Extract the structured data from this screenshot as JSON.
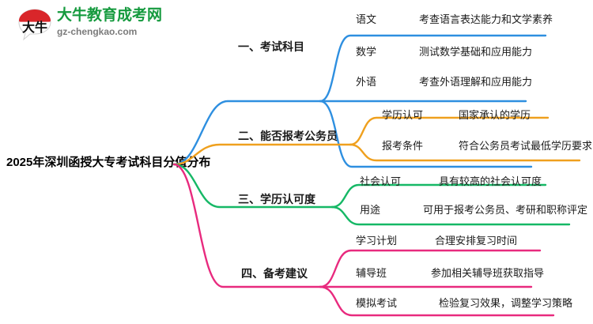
{
  "logo": {
    "mark_text": "大牛",
    "title": "大牛教育成考网",
    "subtitle": "gz-chengkao.com",
    "brand_green": "#159a3e",
    "brand_red": "#d9262a"
  },
  "root": {
    "title": "2025年深圳函授大专考试科目分值分布"
  },
  "branches": [
    {
      "label": "一、考试科目",
      "color": "#2e8fe0",
      "items": [
        {
          "key": "语文",
          "value": "考查语言表达能力和文学素养"
        },
        {
          "key": "数学",
          "value": "测试数学基础和应用能力"
        },
        {
          "key": "外语",
          "value": "考查外语理解和应用能力"
        }
      ]
    },
    {
      "label": "二、能否报考公务员",
      "color": "#efa01e",
      "items": [
        {
          "key": "学历认可",
          "value": "国家承认的学历"
        },
        {
          "key": "报考条件",
          "value": "符合公务员考试最低学历要求"
        }
      ]
    },
    {
      "label": "三、学历认可度",
      "color": "#16b866",
      "items": [
        {
          "key": "社会认可",
          "value": "具有较高的社会认可度"
        },
        {
          "key": "用途",
          "value": "可用于报考公务员、考研和职称评定"
        }
      ]
    },
    {
      "label": "四、备考建议",
      "color": "#e82a7e",
      "items": [
        {
          "key": "学习计划",
          "value": "合理安排复习时间"
        },
        {
          "key": "辅导班",
          "value": "参加相关辅导班获取指导"
        },
        {
          "key": "模拟考试",
          "value": "检验复习效果，调整学习策略"
        }
      ]
    }
  ]
}
